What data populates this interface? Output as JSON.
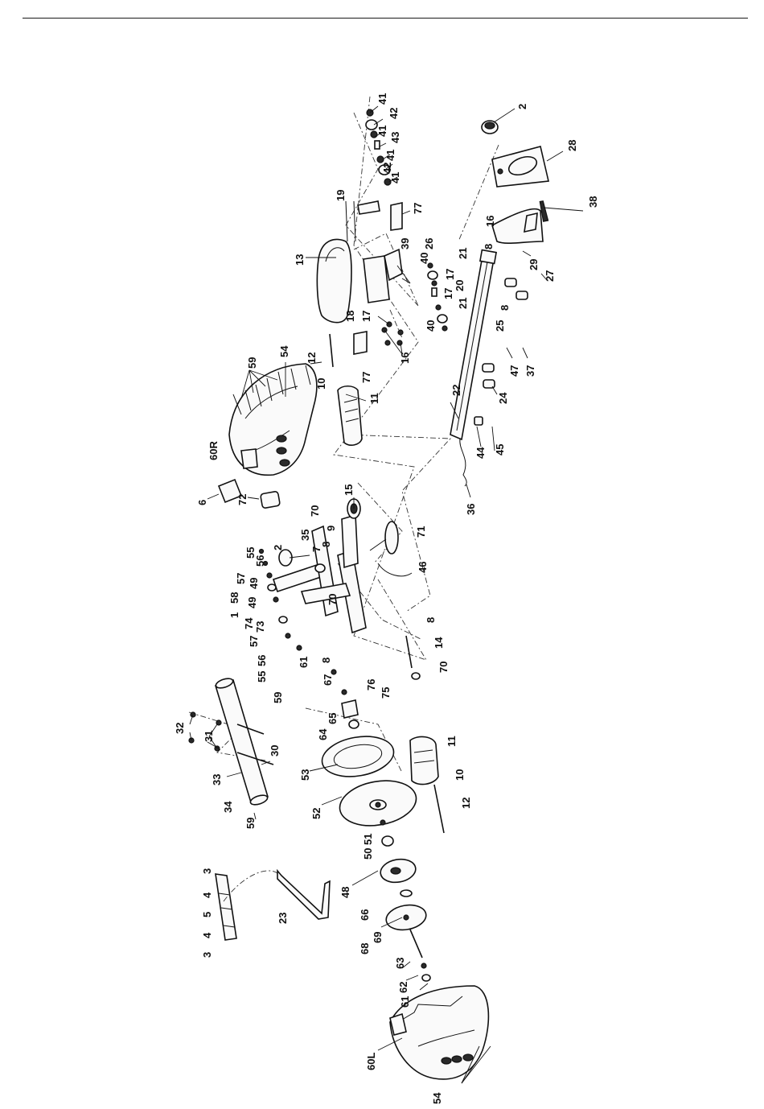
{
  "diagram": {
    "type": "exploded-parts-diagram",
    "callouts": [
      {
        "id": "c41a",
        "text": "41"
      },
      {
        "id": "c42a",
        "text": "42"
      },
      {
        "id": "c41b",
        "text": "41"
      },
      {
        "id": "c43",
        "text": "43"
      },
      {
        "id": "c41c",
        "text": "41"
      },
      {
        "id": "c42b",
        "text": "42"
      },
      {
        "id": "c41d",
        "text": "41"
      },
      {
        "id": "c2a",
        "text": "2"
      },
      {
        "id": "c28",
        "text": "28"
      },
      {
        "id": "c19",
        "text": "19"
      },
      {
        "id": "c77a",
        "text": "77"
      },
      {
        "id": "c13",
        "text": "13"
      },
      {
        "id": "c39",
        "text": "39"
      },
      {
        "id": "c26",
        "text": "26"
      },
      {
        "id": "c40a",
        "text": "40"
      },
      {
        "id": "c21a",
        "text": "21"
      },
      {
        "id": "c17a",
        "text": "17"
      },
      {
        "id": "c20",
        "text": "20"
      },
      {
        "id": "c17b",
        "text": "17"
      },
      {
        "id": "c21b",
        "text": "21"
      },
      {
        "id": "c40b",
        "text": "40"
      },
      {
        "id": "c18",
        "text": "18"
      },
      {
        "id": "c17c",
        "text": "17"
      },
      {
        "id": "c16a",
        "text": "16"
      },
      {
        "id": "c77b",
        "text": "77"
      },
      {
        "id": "c16b",
        "text": "16"
      },
      {
        "id": "c8a",
        "text": "8"
      },
      {
        "id": "c38",
        "text": "38"
      },
      {
        "id": "c29",
        "text": "29"
      },
      {
        "id": "c27",
        "text": "27"
      },
      {
        "id": "c8b",
        "text": "8"
      },
      {
        "id": "c25",
        "text": "25"
      },
      {
        "id": "c54a",
        "text": "54"
      },
      {
        "id": "c59a",
        "text": "59"
      },
      {
        "id": "c12a",
        "text": "12"
      },
      {
        "id": "c10a",
        "text": "10"
      },
      {
        "id": "c11a",
        "text": "11"
      },
      {
        "id": "c60R",
        "text": "60R"
      },
      {
        "id": "c47",
        "text": "47"
      },
      {
        "id": "c37",
        "text": "37"
      },
      {
        "id": "c22",
        "text": "22"
      },
      {
        "id": "c24",
        "text": "24"
      },
      {
        "id": "c44",
        "text": "44"
      },
      {
        "id": "c45",
        "text": "45"
      },
      {
        "id": "c6",
        "text": "6"
      },
      {
        "id": "c72",
        "text": "72"
      },
      {
        "id": "c70a",
        "text": "70"
      },
      {
        "id": "c15",
        "text": "15"
      },
      {
        "id": "c9",
        "text": "9"
      },
      {
        "id": "c8c",
        "text": "8"
      },
      {
        "id": "c35",
        "text": "35"
      },
      {
        "id": "c7",
        "text": "7"
      },
      {
        "id": "c2b",
        "text": "2"
      },
      {
        "id": "c55a",
        "text": "55"
      },
      {
        "id": "c56a",
        "text": "56"
      },
      {
        "id": "c57a",
        "text": "57"
      },
      {
        "id": "c49a",
        "text": "49"
      },
      {
        "id": "c58",
        "text": "58"
      },
      {
        "id": "c49b",
        "text": "49"
      },
      {
        "id": "c1",
        "text": "1"
      },
      {
        "id": "c74",
        "text": "74"
      },
      {
        "id": "c73",
        "text": "73"
      },
      {
        "id": "c57b",
        "text": "57"
      },
      {
        "id": "c70b",
        "text": "70"
      },
      {
        "id": "c71",
        "text": "71"
      },
      {
        "id": "c46",
        "text": "46"
      },
      {
        "id": "c36",
        "text": "36"
      },
      {
        "id": "c56b",
        "text": "56"
      },
      {
        "id": "c55b",
        "text": "55"
      },
      {
        "id": "c61a",
        "text": "61"
      },
      {
        "id": "c8d",
        "text": "8"
      },
      {
        "id": "c14",
        "text": "14"
      },
      {
        "id": "c70c",
        "text": "70"
      },
      {
        "id": "c8e",
        "text": "8"
      },
      {
        "id": "c67",
        "text": "67"
      },
      {
        "id": "c76",
        "text": "76"
      },
      {
        "id": "c75",
        "text": "75"
      },
      {
        "id": "c65",
        "text": "65"
      },
      {
        "id": "c64",
        "text": "64"
      },
      {
        "id": "c59b",
        "text": "59"
      },
      {
        "id": "c32",
        "text": "32"
      },
      {
        "id": "c31",
        "text": "31"
      },
      {
        "id": "c30",
        "text": "30"
      },
      {
        "id": "c33",
        "text": "33"
      },
      {
        "id": "c34",
        "text": "34"
      },
      {
        "id": "c59c",
        "text": "59"
      },
      {
        "id": "c53",
        "text": "53"
      },
      {
        "id": "c11b",
        "text": "11"
      },
      {
        "id": "c10b",
        "text": "10"
      },
      {
        "id": "c12b",
        "text": "12"
      },
      {
        "id": "c52",
        "text": "52"
      },
      {
        "id": "c51",
        "text": "51"
      },
      {
        "id": "c50",
        "text": "50"
      },
      {
        "id": "c48",
        "text": "48"
      },
      {
        "id": "c66",
        "text": "66"
      },
      {
        "id": "c69",
        "text": "69"
      },
      {
        "id": "c68",
        "text": "68"
      },
      {
        "id": "c63",
        "text": "63"
      },
      {
        "id": "c62",
        "text": "62"
      },
      {
        "id": "c61b",
        "text": "61"
      },
      {
        "id": "c3a",
        "text": "3"
      },
      {
        "id": "c4a",
        "text": "4"
      },
      {
        "id": "c5",
        "text": "5"
      },
      {
        "id": "c4b",
        "text": "4"
      },
      {
        "id": "c3b",
        "text": "3"
      },
      {
        "id": "c23",
        "text": "23"
      },
      {
        "id": "c60L",
        "text": "60L"
      },
      {
        "id": "c54b",
        "text": "54"
      }
    ]
  }
}
